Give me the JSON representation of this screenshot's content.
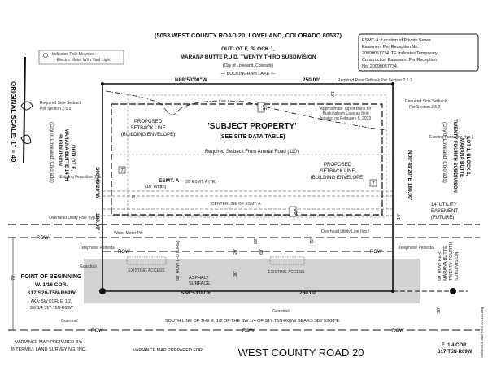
{
  "header": {
    "address": "(5053 WEST COUNTY ROAD 20, LOVELAND, COLORADO 80537)",
    "lot": "OUTLOT F, BLOCK 1,",
    "subdivision": "MARANA BUTTE P.U.D. TWENTY THIRD SUBDIVISION",
    "city": "(City of Loveland, Colorado)",
    "lake": "— BUCKINGHAM LAKE —"
  },
  "legend": {
    "line1": "Indicates Pole Mounted",
    "line2": "Electric Meter With Yard Light"
  },
  "esmt_note": {
    "lines": [
      "ESMT. A: Location of Private Sewer",
      "Easement Per Reception No.",
      "20090057734. TE Indicates Temporary",
      "Construction Easement Per Reception",
      "No. 20090057734."
    ]
  },
  "scale": "ORIGINAL SCALE:   1\" = 40'",
  "bearings": {
    "north": "N88°53'00\"W",
    "north_dist": "250.00'",
    "south": "S88°53'00\"E",
    "south_dist": "250.00'",
    "west": "S00°49'20\"W",
    "west_dist": "180.00'",
    "east": "N00°49'20\"E  180.00'"
  },
  "labels": {
    "rear_setback": "Required Rear Setback Per Section 2.5.3",
    "side_setback_l1": "Required Side Setback",
    "side_setback_l2": "Per Section 2.5.3",
    "subject": "'SUBJECT PROPERTY'",
    "subject_sub": "(SEE SITE DATA TABLE)",
    "arterial": "Required Setback From Arterial Road (110')",
    "setback_l1": "PROPOSED",
    "setback_l2": "SETBACK LINE",
    "setback_l3": "(BUILDING ENVELOPE)",
    "bank_l1": "Approximate Top of Bank for",
    "bank_l2": "Buckingham Lake as field",
    "bank_l3": "located on February 6, 2023",
    "esmt_a": "ESMT. A",
    "esmt_width": "(10' Width)",
    "esmt_te": "20' ESMT. A (TE)",
    "centerline": "CENTERLINE OF ESMT. A",
    "fence": "Existing Fenceline (typ.)",
    "utility_pole": "Overhead Utility Pole (typ.)",
    "meter_pit": "Water Meter Pit",
    "overhead_line": "Overhead Utility Line (typ.)",
    "utility_esmt_l1": "14' UTILITY",
    "utility_esmt_l2": "EASEMENT",
    "utility_esmt_l3": "(FUTURE)",
    "row": "ROW",
    "row_future": "50' ROW (FUTURE)",
    "telephone": "Telephone Pedestal",
    "guardrail": "Guardrail",
    "access": "EXISTING ACCESS",
    "asphalt_l1": "ASPHALT",
    "asphalt_l2": "SURFACE",
    "dim7": "7",
    "dim25": "25",
    "d5": "5'",
    "d15": "15'",
    "d20": "20'",
    "d30": "30'",
    "d60": "60'",
    "d69": "69'",
    "d75": "75'",
    "d70": "70'",
    "d14": "14'"
  },
  "west_lot": {
    "l1": "OUTLOT E,",
    "l2": "MARANA BUTTE 14TH",
    "l3": "SUBDIVISION",
    "l4": "(City of Loveland, Colorado)"
  },
  "east_lot": {
    "l1": "LOT 1, BLOCK 1,",
    "l2": "MARANA BUTTE",
    "l3": "TWENTY FOURTH SUBDIVISON",
    "l4": "(City of Loveland, Colorado)"
  },
  "east_row": {
    "l1": "50' ROW PER",
    "l2": "MARANA BUTTE",
    "l3": "TWENTY FOURTH",
    "l4": "SUBDIVISION"
  },
  "pob": {
    "l1": "POINT OF BEGINNING",
    "l2": "W. 1/16 COR.",
    "l3": "S17/S20-T5N-R69W",
    "l4": "AKA: SW COR. E. 1/2,",
    "l5": "SW 1/4 S17-T5N-R69W"
  },
  "south_line": "SOUTH LINE OF THE E. 1/2 OF THE SW 1/4 OF S17-T5N-R69W BEARS S89°53'00\"E",
  "footer": {
    "prepared_by_l1": "VARIANCE MAP PREPARED BY:",
    "prepared_by_l2": "INTERMILL LAND SURVEYING, INC.",
    "prepared_for": "VARIANCE MAP PREPARED FOR:",
    "road": "WEST COUNTY ROAD 20",
    "corner_l1": "E. 1/4 COR.",
    "corner_l2": "S17-T5N-R69W"
  },
  "side_stamp": "VARIANCE MAP REV 022123.dwg"
}
